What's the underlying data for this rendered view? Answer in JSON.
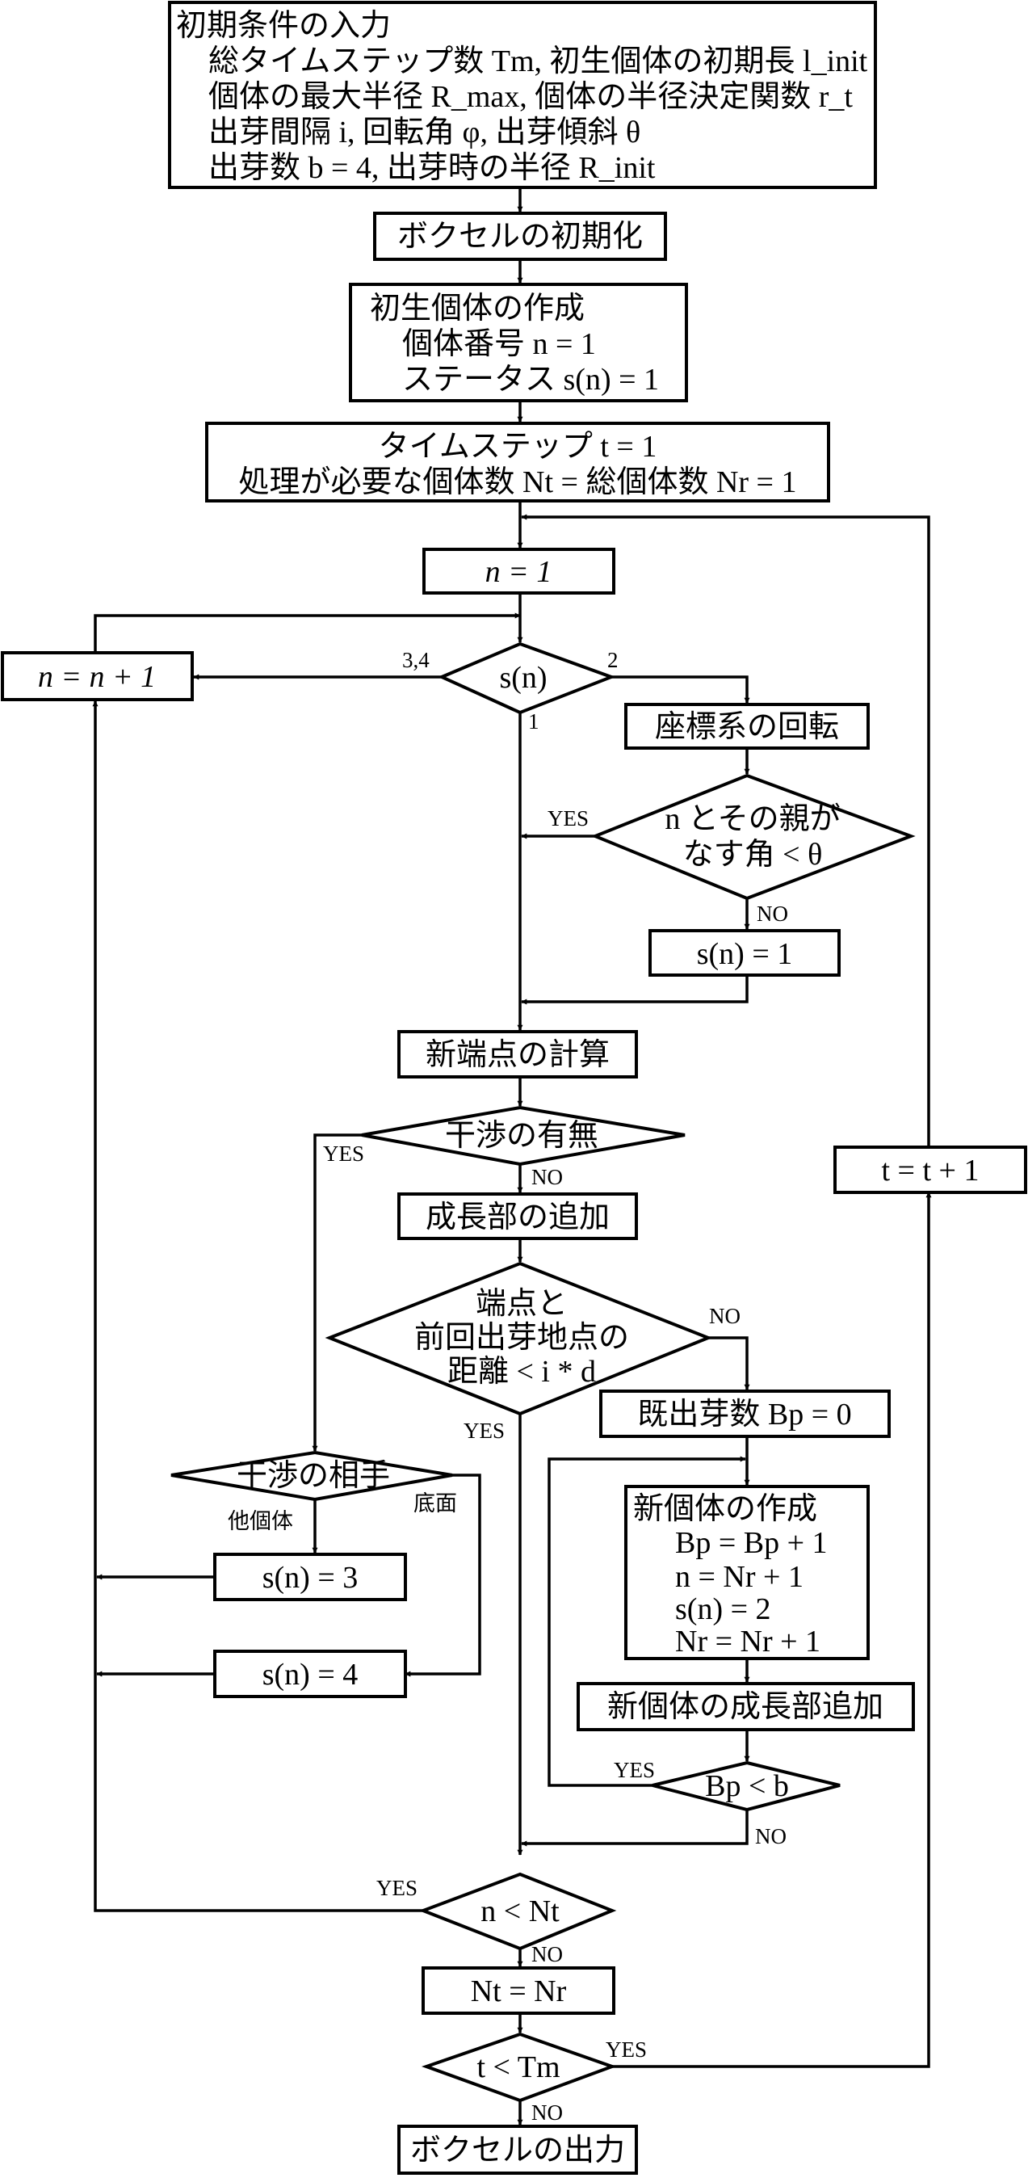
{
  "nodes": {
    "init": {
      "title": "初期条件の入力",
      "lines": [
        "総タイムステップ数 Tm, 初生個体の初期長 l_init",
        "個体の最大半径 R_max, 個体の半径決定関数 r_t",
        "出芽間隔 i, 回転角 φ, 出芽傾斜 θ",
        "出芽数 b = 4, 出芽時の半径 R_init"
      ]
    },
    "voxel_init": "ボクセルの初期化",
    "first_body": {
      "title": "初生個体の作成",
      "lines": [
        "個体番号 n = 1",
        "ステータス s(n) = 1"
      ]
    },
    "timestep": {
      "lines": [
        "タイムステップ t = 1",
        "処理が必要な個体数 Nt = 総個体数 Nr = 1"
      ]
    },
    "n_eq_1": "n = 1",
    "n_inc": "n = n + 1",
    "s_n": "s(n)",
    "rotate": "座標系の回転",
    "angle_check": [
      "n とその親が",
      "なす角 < θ"
    ],
    "s_set_1": "s(n) = 1",
    "new_tip": "新端点の計算",
    "interference": "干渉の有無",
    "add_growth": "成長部の追加",
    "dist_check": [
      "端点と",
      "前回出芽地点の",
      "距離 < i * d"
    ],
    "bp_zero": "既出芽数 Bp = 0",
    "new_body": {
      "title": "新個体の作成",
      "lines": [
        "Bp = Bp + 1",
        "n = Nr + 1",
        "s(n) = 2",
        "Nr = Nr + 1"
      ]
    },
    "new_growth": "新個体の成長部追加",
    "bp_check": "Bp < b",
    "partner": "干渉の相手",
    "s_set_3": "s(n) = 3",
    "s_set_4": "s(n) = 4",
    "n_lt_nt": "n < Nt",
    "nt_eq_nr": "Nt = Nr",
    "t_lt_tm": "t < Tm",
    "t_inc": "t = t + 1",
    "output": "ボクセルの出力"
  },
  "edge_labels": {
    "s_34": "3,4",
    "s_2": "2",
    "s_1": "1",
    "angle_yes": "YES",
    "angle_no": "NO",
    "interf_yes": "YES",
    "interf_no": "NO",
    "dist_no": "NO",
    "dist_yes": "YES",
    "partner_other": "他個体",
    "partner_bottom": "底面",
    "bp_yes": "YES",
    "bp_no": "NO",
    "nlt_yes": "YES",
    "nlt_no": "NO",
    "tlt_yes": "YES",
    "tlt_no": "NO"
  }
}
